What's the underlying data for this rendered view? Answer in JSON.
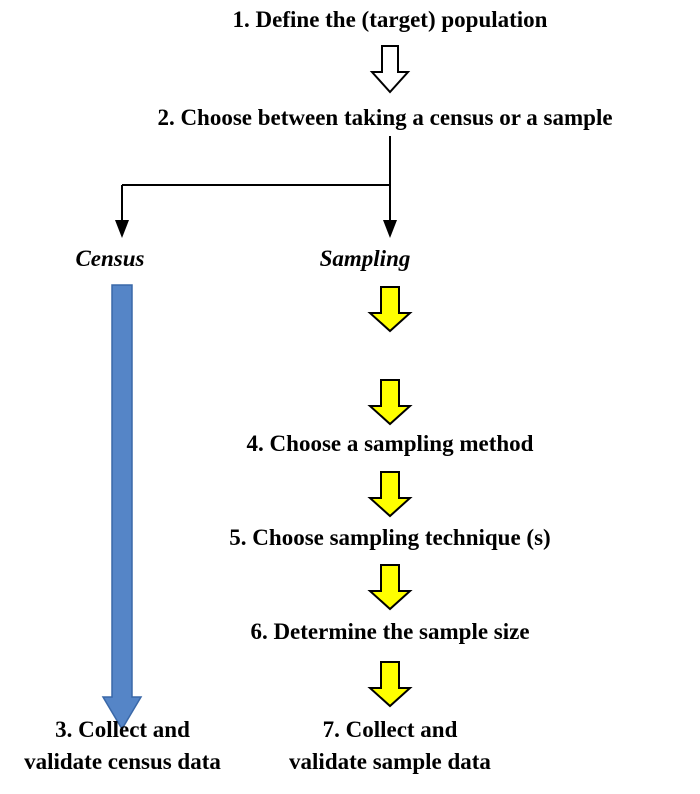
{
  "flowchart": {
    "steps": {
      "step1": "1. Define the (target) population",
      "step2": "2. Choose between taking a census or a sample",
      "census_branch_label": "Census",
      "sampling_branch_label": "Sampling",
      "step3_line1": "3. Collect and",
      "step3_line2": "validate census data",
      "step4": "4. Choose a sampling method",
      "step5": "5. Choose sampling technique (s)",
      "step6": "6. Determine the sample size",
      "step7_line1": "7. Collect and",
      "step7_line2": "validate sample data"
    },
    "colors": {
      "plain_arrow_fill": "#FFFFFF",
      "sampling_arrow_fill": "#FFFF00",
      "census_arrow_fill": "#5585C7",
      "line_color": "#000000",
      "text_color": "#000000"
    }
  }
}
